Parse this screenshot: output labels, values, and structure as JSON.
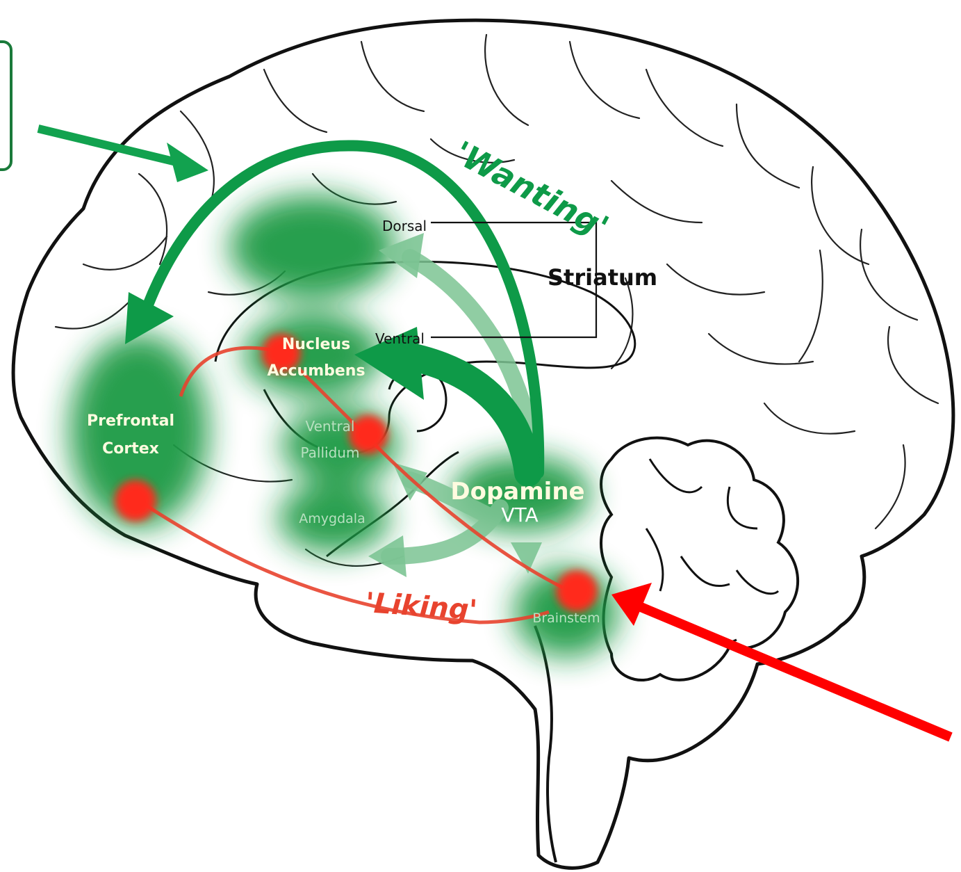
{
  "labels": {
    "wanting": "'Wanting'",
    "liking": "'Liking'",
    "dorsal": "Dorsal",
    "ventral": "Ventral",
    "striatum": "Striatum",
    "nucleus_accumbens_1": "Nucleus",
    "nucleus_accumbens_2": "Accumbens",
    "ventral_pallidum_1": "Ventral",
    "ventral_pallidum_2": "Pallidum",
    "amygdala": "Amygdala",
    "prefrontal_1": "Prefrontal",
    "prefrontal_2": "Cortex",
    "dopamine": "Dopamine",
    "vta": "VTA",
    "brainstem": "Brainstem"
  },
  "colors": {
    "wanting_green": "#0e9a48",
    "light_green": "#7cc493",
    "glow_green": "#1f9a45",
    "liking_red": "#e8432e",
    "hotspot_red": "#ff2a1a",
    "pointer_red": "#ff0000",
    "pointer_green": "#12a24f",
    "outline": "#111111"
  }
}
